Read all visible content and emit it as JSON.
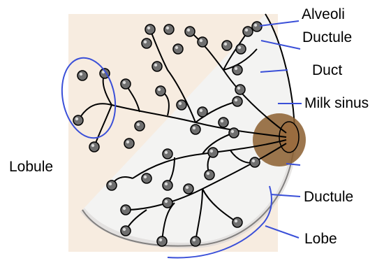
{
  "labels": {
    "alveoli": "Alveoli",
    "ductule_top": "Ductule",
    "duct": "Duct",
    "milk_sinus": "Milk sinus",
    "lobule": "Lobule",
    "ductule_bottom": "Ductule",
    "lobe": "Lobe"
  },
  "colors": {
    "background_tissue": "#f7ece0",
    "breast_fill": "#f3f3f2",
    "outline": "#000000",
    "alveolus": "#6f6f6f",
    "areola": "#8b5e2f",
    "nipple": "#9a6c3f",
    "pointer": "#3a4fd8"
  }
}
